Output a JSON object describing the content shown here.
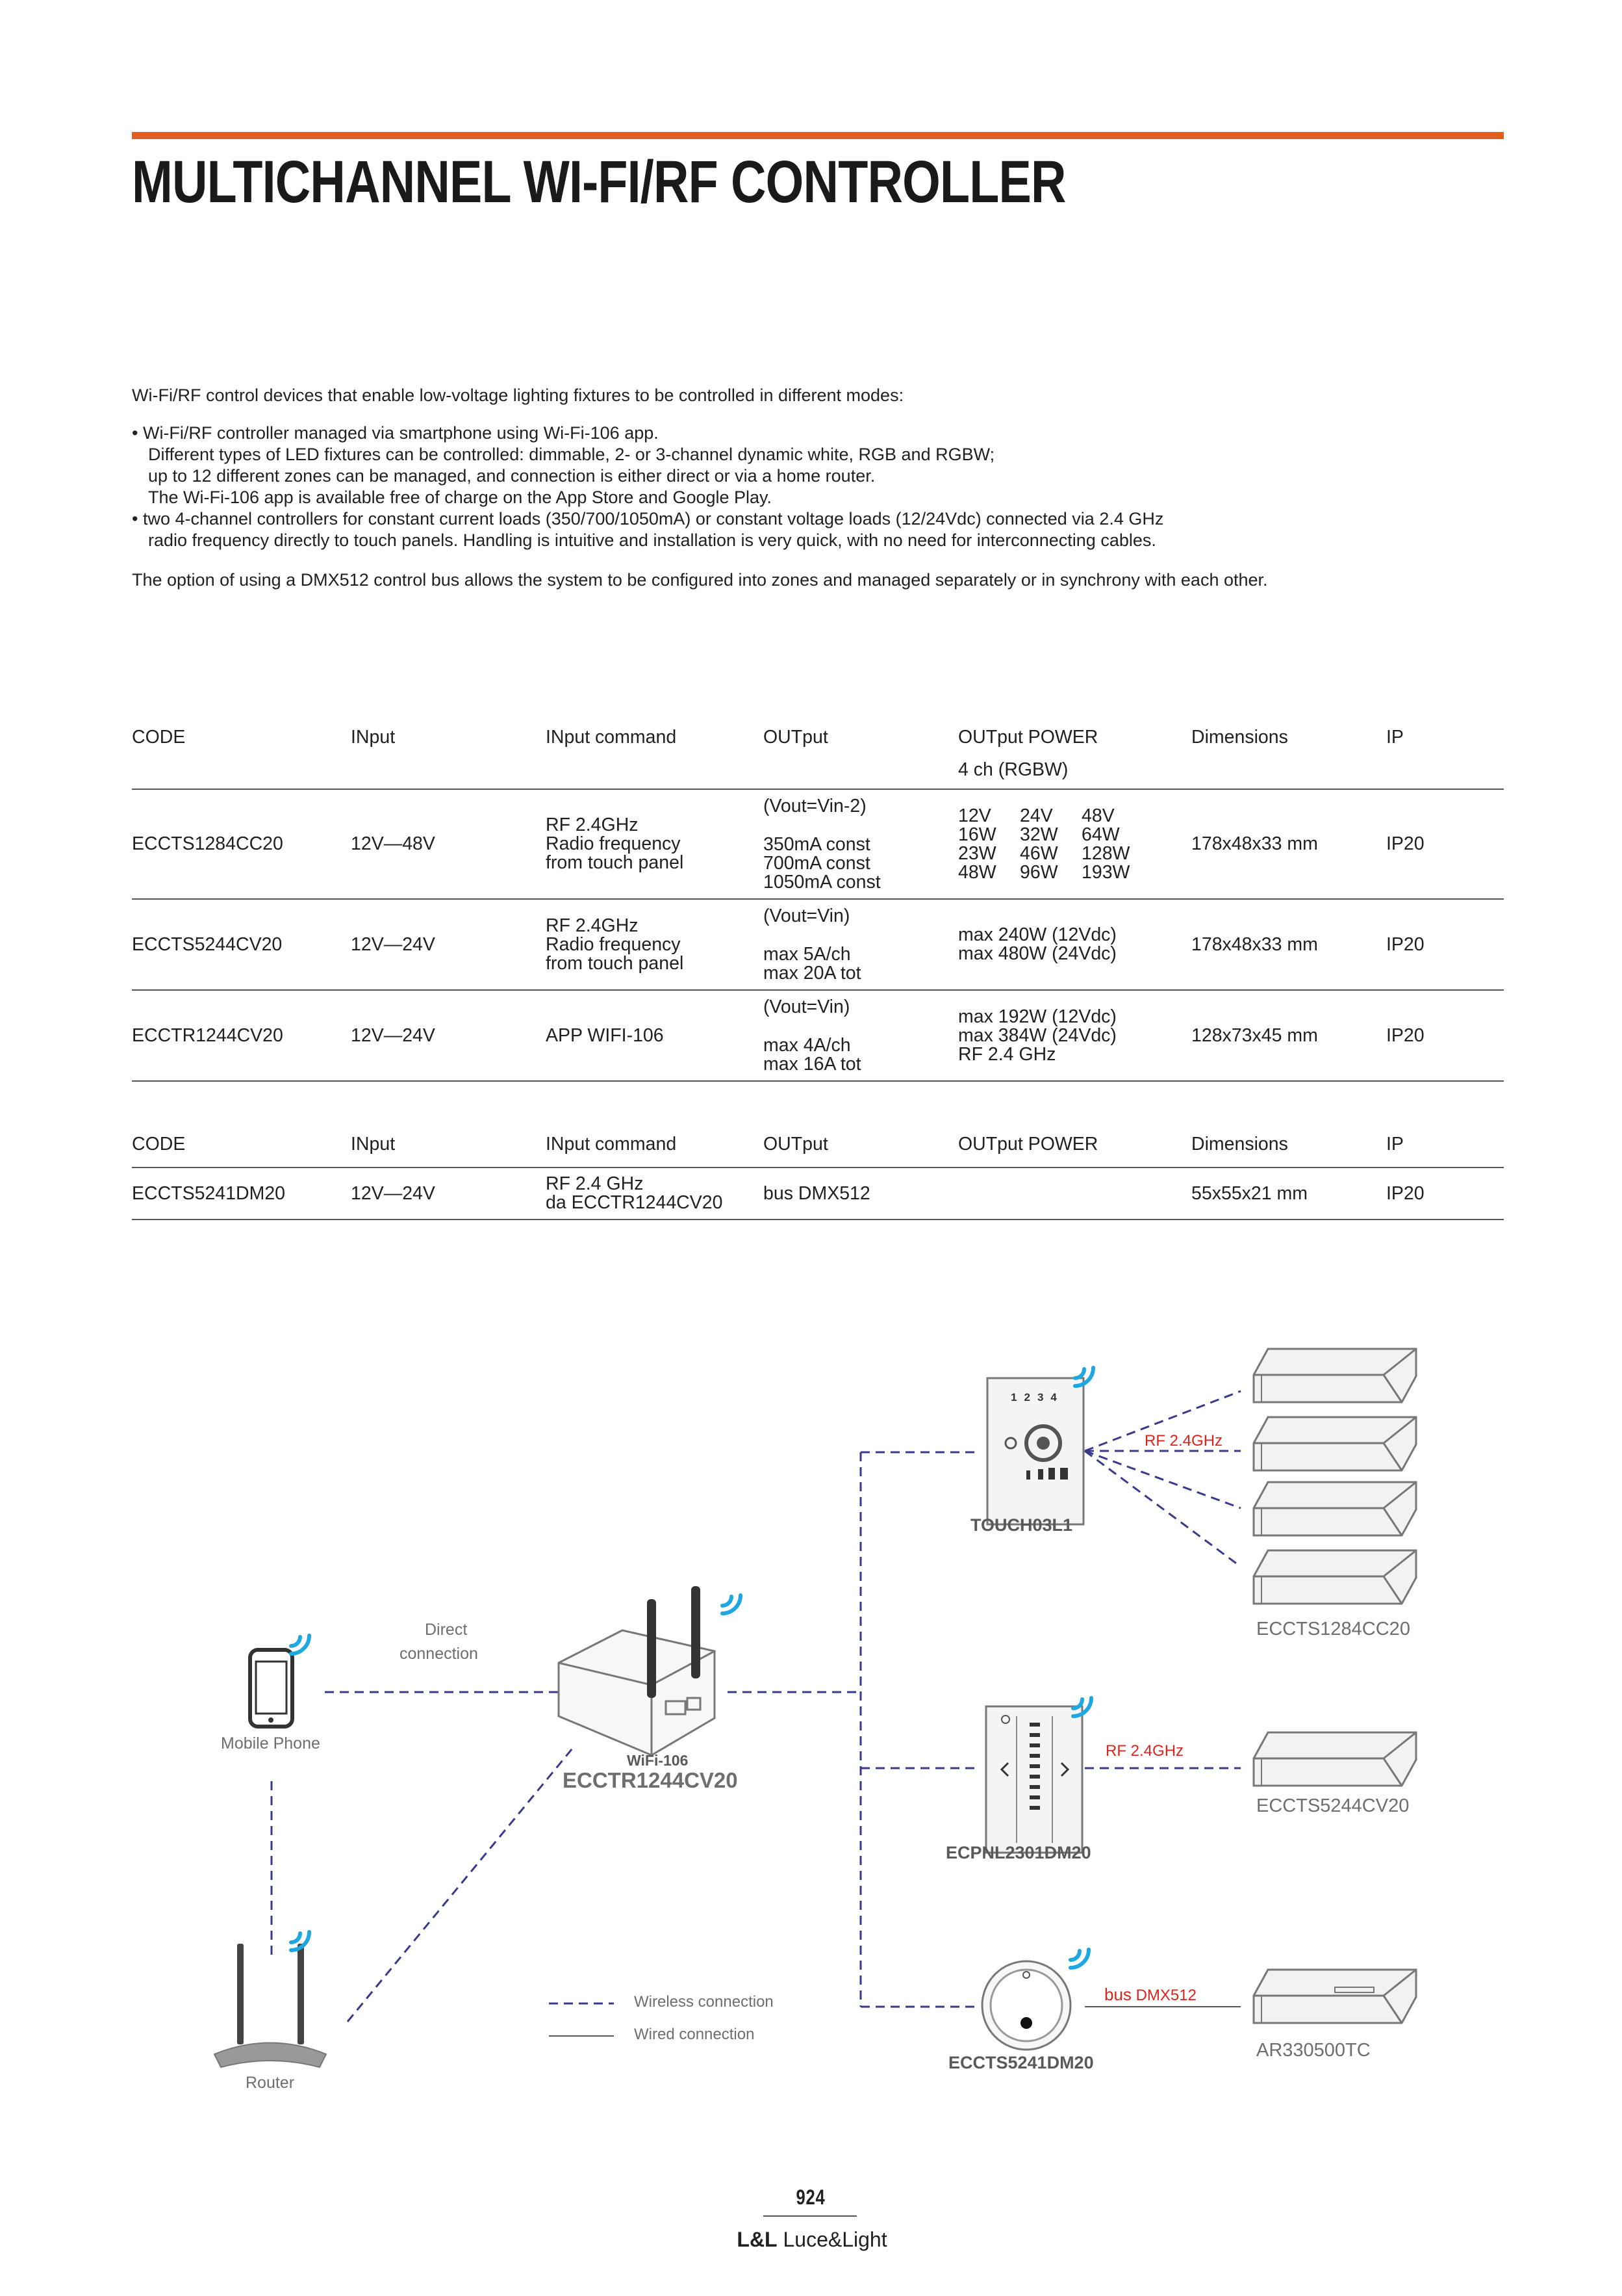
{
  "title": "MULTICHANNEL WI-FI/RF CONTROLLER",
  "intro": {
    "lead": "Wi-Fi/RF control devices that enable low-voltage lighting fixtures to be controlled in different modes:",
    "b1_l1": "• Wi-Fi/RF controller managed via smartphone using Wi-Fi-106 app.",
    "b1_l2": "Different types of LED fixtures can be controlled: dimmable, 2- or 3-channel dynamic white, RGB and RGBW;",
    "b1_l3": "up to 12 different zones can be managed, and connection is either direct or via a home router.",
    "b1_l4": "The Wi-Fi-106 app is available free of charge on the App Store and Google Play.",
    "b2_l1": "• two 4-channel controllers for constant current loads (350/700/1050mA) or constant voltage loads (12/24Vdc) connected via 2.4 GHz",
    "b2_l2": "radio frequency directly to touch panels. Handling is intuitive and installation is very quick, with no need for interconnecting cables.",
    "closing": "The option of using a DMX512 control bus allows the system to be configured into zones and managed separately or in synchrony with each other."
  },
  "table1": {
    "headers": [
      "CODE",
      "INput",
      "INput command",
      "OUTput",
      "OUTput POWER",
      "Dimensions",
      "IP"
    ],
    "subheader": "4 ch (RGBW)",
    "rows": [
      {
        "code": "ECCTS1284CC20",
        "input": "12V—48V",
        "cmd": [
          "RF 2.4GHz",
          "Radio frequency",
          "from touch panel"
        ],
        "out_top": "(Vout=Vin-2)",
        "out": [
          "350mA const",
          "700mA const",
          "1050mA const"
        ],
        "power": [
          [
            "12V",
            "24V",
            "48V"
          ],
          [
            "16W",
            "32W",
            "64W"
          ],
          [
            "23W",
            "46W",
            "128W"
          ],
          [
            "48W",
            "96W",
            "193W"
          ]
        ],
        "dim": "178x48x33 mm",
        "ip": "IP20"
      },
      {
        "code": "ECCTS5244CV20",
        "input": "12V—24V",
        "cmd": [
          "RF 2.4GHz",
          "Radio frequency",
          "from touch panel"
        ],
        "out_top": "(Vout=Vin)",
        "out": [
          "max 5A/ch",
          "max 20A tot"
        ],
        "power": [
          "max 240W (12Vdc)",
          "max 480W (24Vdc)"
        ],
        "dim": "178x48x33 mm",
        "ip": "IP20"
      },
      {
        "code": "ECCTR1244CV20",
        "input": "12V—24V",
        "cmd": [
          "APP WIFI-106"
        ],
        "out_top": "(Vout=Vin)",
        "out": [
          "max 4A/ch",
          "max 16A tot"
        ],
        "power": [
          "max 192W (12Vdc)",
          "max 384W (24Vdc)",
          "RF 2.4 GHz"
        ],
        "dim": "128x73x45 mm",
        "ip": "IP20"
      }
    ]
  },
  "table2": {
    "headers": [
      "CODE",
      "INput",
      "INput command",
      "OUTput",
      "OUTput POWER",
      "Dimensions",
      "IP"
    ],
    "row": {
      "code": "ECCTS5241DM20",
      "input": "12V—24V",
      "cmd": [
        "RF 2.4 GHz",
        "da ECCTR1244CV20"
      ],
      "out": "bus DMX512",
      "power": "",
      "dim": "55x55x21 mm",
      "ip": "IP20"
    }
  },
  "diagram": {
    "mobile_phone": "Mobile Phone",
    "router": "Router",
    "direct_connection_1": "Direct",
    "direct_connection_2": "connection",
    "wifi106": "WiFi-106",
    "controller_code": "ECCTR1244CV20",
    "touch_panel_1": "TOUCH03L1",
    "touch_panel_2": "ECPNL2301DM20",
    "touch_panel_3": "ECCTS5241DM20",
    "rf_label_1": "RF 2.4GHz",
    "rf_label_2": "RF 2.4GHz",
    "bus_label_a": "bus",
    "bus_label_b": "DMX512",
    "product_1": "ECCTS1284CC20",
    "product_2": "ECCTS5244CV20",
    "product_3": "AR330500TC",
    "legend_wireless": "Wireless connection",
    "legend_wired": "Wired connection",
    "keypad_digits": [
      "1",
      "2",
      "3",
      "4"
    ]
  },
  "footer": {
    "page_number": "924",
    "brand_bold": "L&L",
    "brand_rest": " Luce&Light"
  },
  "colors": {
    "accent_bar": "#e35d1e",
    "wifi_icon": "#1ea7e1",
    "dashed_line": "#3a3a8c",
    "rf_label": "#e0231c"
  }
}
